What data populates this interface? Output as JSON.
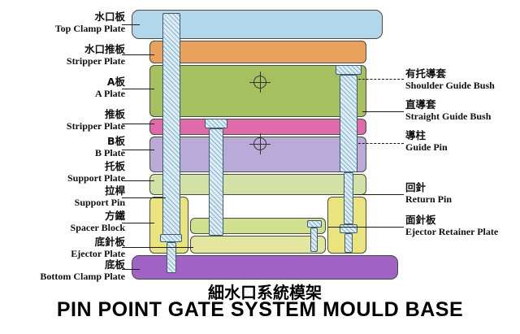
{
  "titles": {
    "chinese": "細水口系統模架",
    "english": "PIN POINT GATE SYSTEM MOULD BASE"
  },
  "left_labels": [
    {
      "zh": "水口板",
      "en": "Top Clamp Plate"
    },
    {
      "zh": "水口推板",
      "en": "Stripper Plate"
    },
    {
      "zh": "A板",
      "en": "A Plate"
    },
    {
      "zh": "推板",
      "en": "Stripper Plate"
    },
    {
      "zh": "B板",
      "en": "B Plate"
    },
    {
      "zh": "托板",
      "en": "Support Plate"
    },
    {
      "zh": "拉桿",
      "en": "Support Pin"
    },
    {
      "zh": "方鐵",
      "en": "Spacer Block"
    },
    {
      "zh": "底針板",
      "en": "Ejector Plate"
    },
    {
      "zh": "底板",
      "en": "Bottom Clamp Plate"
    }
  ],
  "right_labels": [
    {
      "zh": "有托導套",
      "en": "Shoulder Guide Bush"
    },
    {
      "zh": "直導套",
      "en": "Straight Guide Bush"
    },
    {
      "zh": "導柱",
      "en": "Guide Pin"
    },
    {
      "zh": "回針",
      "en": "Return Pin"
    },
    {
      "zh": "面針板",
      "en": "Ejector Retainer Plate"
    }
  ],
  "colors": {
    "top_clamp": "#b3d7ea",
    "stripper_top": "#e9a25e",
    "a_plate": "#a6c05f",
    "stripper_mid": "#e06aaa",
    "b_plate": "#b9aad8",
    "support_plate": "#d2e2a6",
    "spacer": "#e9e47e",
    "retainer": "#cfe08e",
    "ejector": "#e4e6a0",
    "bottom_clamp": "#a062c4",
    "pin_fill": "#d9edf8"
  }
}
